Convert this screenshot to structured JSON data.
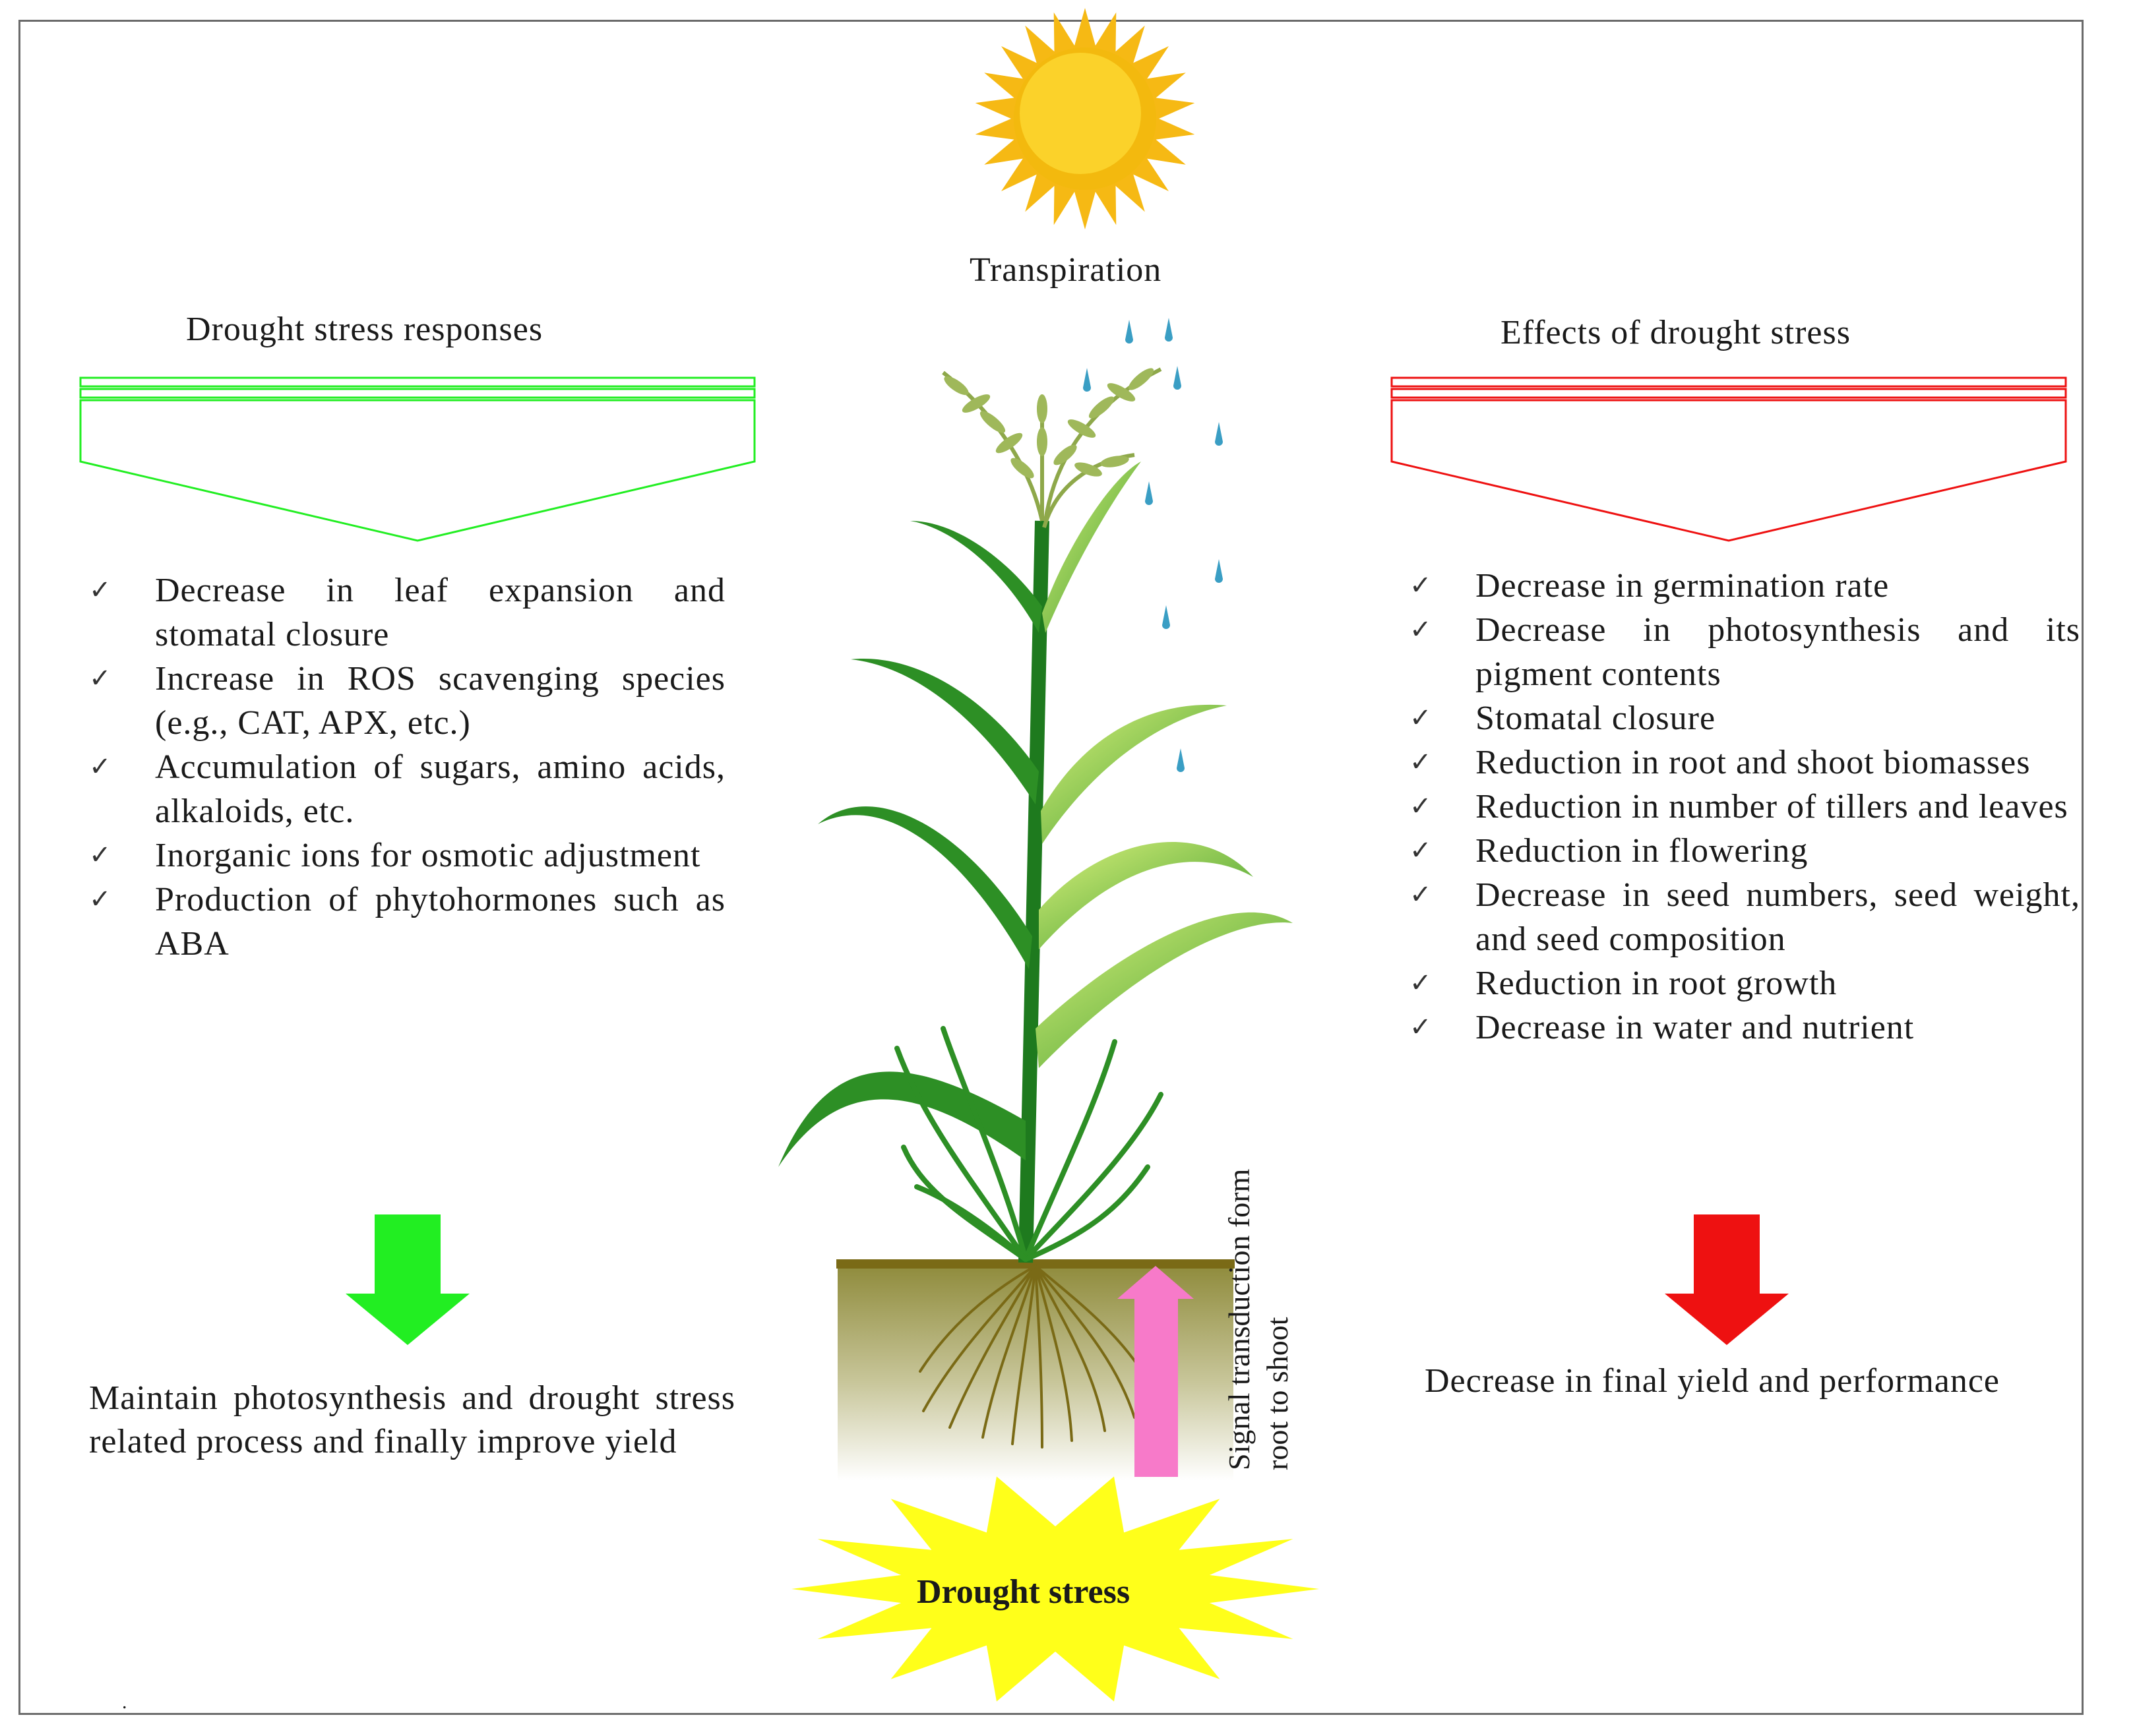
{
  "sections": {
    "center": {
      "top_label": "Transpiration",
      "stress_label": "Drought stress",
      "signal_label": "Signal transduction form root to shoot"
    },
    "left": {
      "title": "Drought stress responses",
      "items": [
        "Decrease in leaf expansion and stomatal closure",
        "Increase in ROS scavenging species (e.g., CAT, APX, etc.)",
        "Accumulation of sugars, amino acids, alkaloids, etc.",
        "Inorganic ions for osmotic adjustment",
        "Production of phytohormones such as ABA"
      ],
      "outcome": "Maintain photosynthesis and drought stress related process and finally improve yield"
    },
    "right": {
      "title": "Effects of drought stress",
      "items": [
        "Decrease in germination rate",
        "Decrease in photosynthesis and its pigment contents",
        "Stomatal closure",
        "Reduction in root and shoot biomasses",
        "Reduction in number of tillers and leaves",
        "Reduction in flowering",
        "Decrease in seed numbers, seed weight, and seed composition",
        "Reduction in root growth",
        "Decrease in water and nutrient"
      ],
      "outcome": "Decrease in final yield and performance"
    },
    "footer_mark": "."
  },
  "colors": {
    "positive": "#22ee22",
    "negative": "#ee1111",
    "plant_dark": "#1e7a1e",
    "plant_light": "#b5e04a",
    "soil": "#7a6a16",
    "signal_arrow": "#f77ac9",
    "burst": "#ffff1a",
    "sun": "#f9c81a",
    "droplet": "#3a9ec4"
  },
  "icons": {
    "check": "✓",
    "sun": "sun-icon",
    "droplet": "water-droplet-icon",
    "burst": "starburst-shape"
  }
}
